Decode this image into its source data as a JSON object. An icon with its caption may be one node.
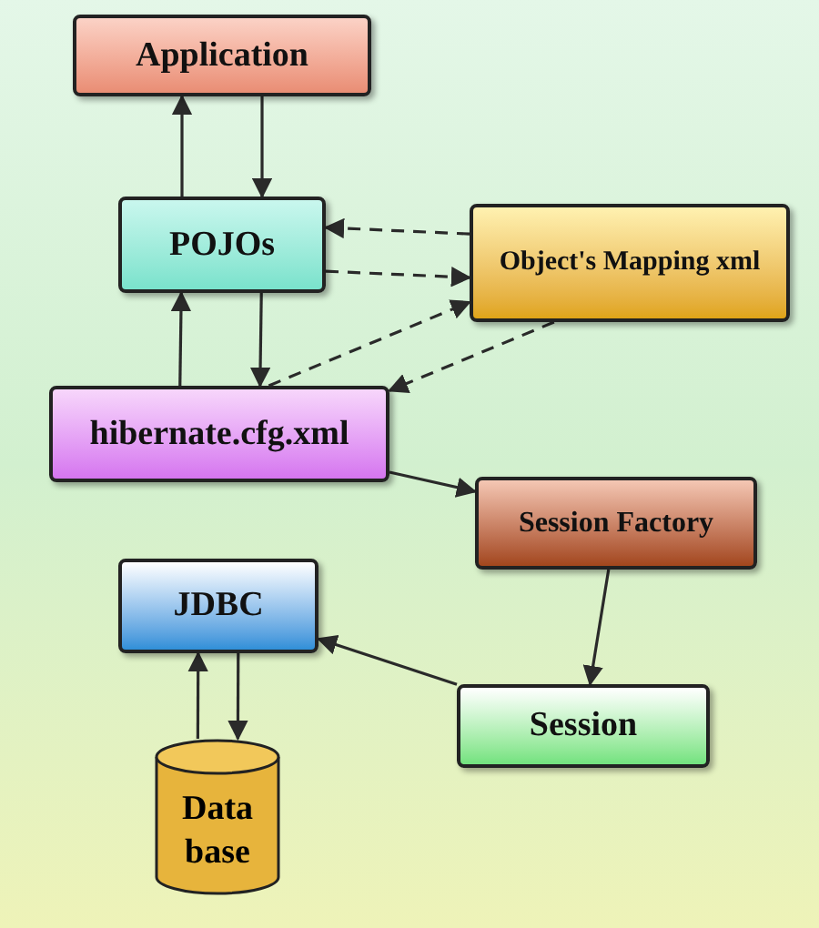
{
  "diagram": {
    "nodes": [
      {
        "text": [
          "Application"
        ]
      },
      {
        "text": [
          "POJOs"
        ]
      },
      {
        "text": [
          "Object's Mapping xml"
        ]
      },
      {
        "text": [
          "hibernate.cfg.xml"
        ]
      },
      {
        "text": [
          "Session Factory"
        ]
      },
      {
        "text": [
          "JDBC"
        ]
      },
      {
        "text": [
          "Session"
        ]
      },
      {
        "text": [
          "Data base"
        ]
      }
    ],
    "edges": [
      {
        "from": 1,
        "to": 0,
        "arrow": "to"
      },
      {
        "from": 0,
        "to": 1,
        "arrow": "to"
      },
      {
        "from": 2,
        "to": 1,
        "arrow": "to",
        "style": "dashed"
      },
      {
        "from": 1,
        "to": 2,
        "arrow": "to",
        "style": "dashed"
      },
      {
        "from": 3,
        "to": 1,
        "arrow": "to"
      },
      {
        "from": 1,
        "to": 3,
        "arrow": "to"
      },
      {
        "from": 3,
        "to": 2,
        "arrow": "to",
        "style": "dashed"
      },
      {
        "from": 2,
        "to": 3,
        "arrow": "to",
        "style": "dashed"
      },
      {
        "from": 3,
        "to": 4,
        "arrow": "to"
      },
      {
        "from": 4,
        "to": 6,
        "arrow": "to"
      },
      {
        "from": 6,
        "to": 5,
        "arrow": "to"
      },
      {
        "from": 7,
        "to": 5,
        "arrow": "to"
      },
      {
        "from": 5,
        "to": 7,
        "arrow": "to"
      }
    ]
  }
}
